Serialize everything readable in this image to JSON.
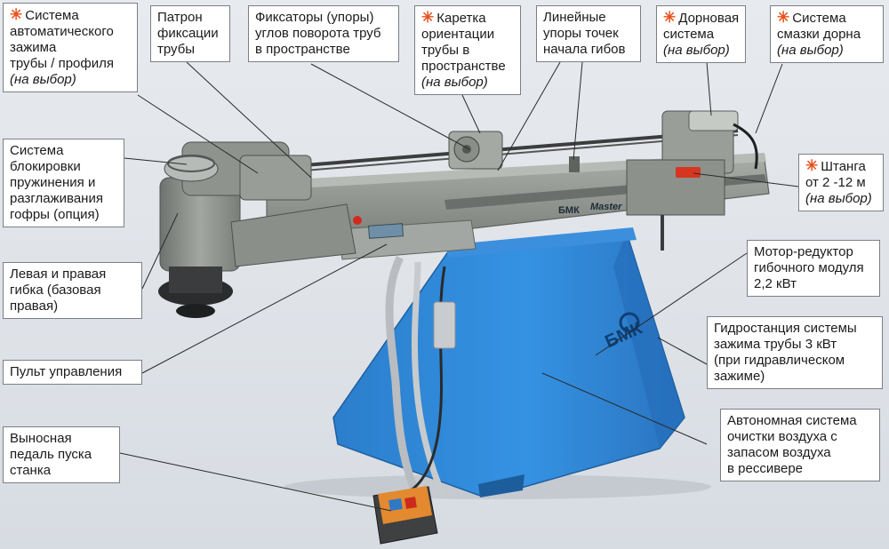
{
  "machine": {
    "brand_logo": "БМК",
    "model_plate": "Master"
  },
  "colors": {
    "base_blue": "#2f86d6",
    "frame_gray": "#8d918c",
    "option_marker": "#e8501d"
  },
  "callouts": [
    {
      "id": "auto-clamp-system",
      "lines": [
        "Система",
        "автоматического",
        "зажима",
        "трубы / профиля"
      ],
      "option": "(на выбор)",
      "starred": true
    },
    {
      "id": "pipe-chuck",
      "lines": [
        "Патрон",
        "фиксации",
        "трубы"
      ],
      "option": "",
      "starred": false
    },
    {
      "id": "rotation-stops",
      "lines": [
        "Фиксаторы (упоры)",
        "углов поворота труб",
        "в пространстве"
      ],
      "option": "",
      "starred": false
    },
    {
      "id": "orientation-carriage",
      "lines": [
        "Каретка",
        "ориентации",
        "трубы в",
        "пространстве"
      ],
      "option": "(на выбор)",
      "starred": true
    },
    {
      "id": "linear-stops",
      "lines": [
        "Линейные",
        "упоры точек",
        "начала гибов"
      ],
      "option": "",
      "starred": false
    },
    {
      "id": "mandrel-system",
      "lines": [
        "Дорновая",
        "система"
      ],
      "option": "(на выбор)",
      "starred": true
    },
    {
      "id": "mandrel-lube",
      "lines": [
        "Система",
        "смазки дорна"
      ],
      "option": "(на выбор)",
      "starred": true
    },
    {
      "id": "rod",
      "lines": [
        "Штанга",
        "от 2 -12 м"
      ],
      "option": "(на выбор)",
      "starred": true
    },
    {
      "id": "spring-lock",
      "lines": [
        "Система",
        "блокировки",
        "пружинения и",
        "разглаживания",
        "гофры (опция)"
      ],
      "option": "",
      "starred": false
    },
    {
      "id": "left-right-bend",
      "lines": [
        "Левая и правая",
        "гибка (базовая",
        "правая)"
      ],
      "option": "",
      "starred": false
    },
    {
      "id": "control-panel",
      "lines": [
        "Пульт управления"
      ],
      "option": "",
      "starred": false
    },
    {
      "id": "foot-pedal",
      "lines": [
        "Выносная",
        "педаль пуска",
        "станка"
      ],
      "option": "",
      "starred": false
    },
    {
      "id": "gear-motor",
      "lines": [
        "Мотор-редуктор",
        "гибочного модуля",
        "2,2 кВт"
      ],
      "option": "",
      "starred": false
    },
    {
      "id": "hydraulic-station",
      "lines": [
        "Гидростанция системы",
        "зажима трубы 3 кВт",
        "(при гидравлическом",
        "зажиме)"
      ],
      "option": "",
      "starred": false
    },
    {
      "id": "air-cleaning",
      "lines": [
        "Автономная система",
        "очистки воздуха с",
        "запасом воздуха",
        "в рессивере"
      ],
      "option": "",
      "starred": false
    }
  ]
}
